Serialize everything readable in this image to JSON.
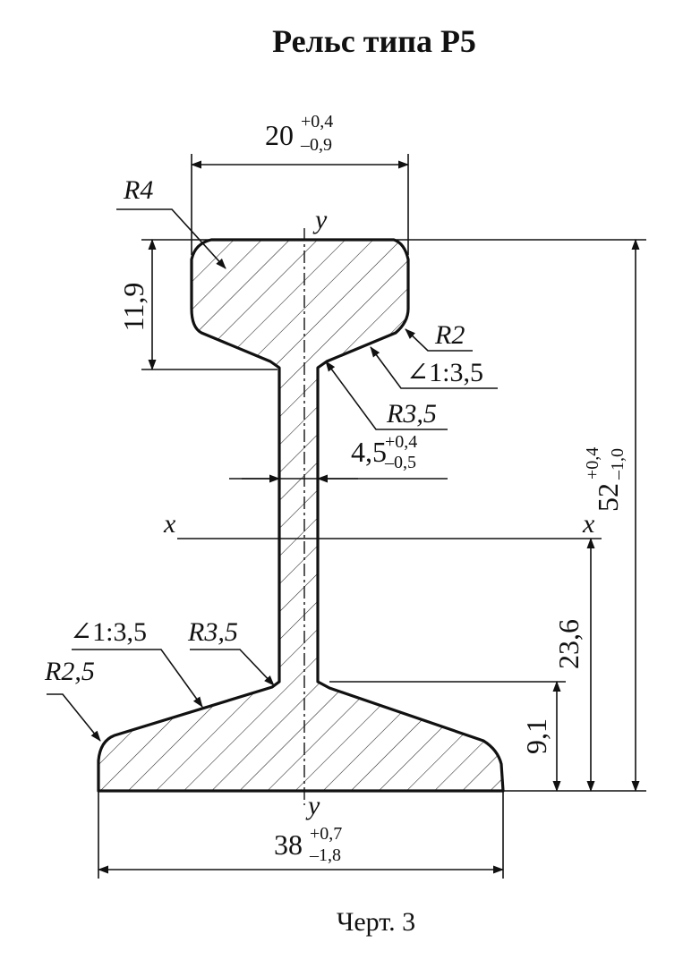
{
  "title": "Рельс типа Р5",
  "caption": "Черт. 3",
  "axes": {
    "y_top": "y",
    "y_bottom": "y",
    "x_left": "x",
    "x_right": "x"
  },
  "dimensions": {
    "head_width": {
      "value": "20",
      "tol_upper": "+0,4",
      "tol_lower": "–0,9"
    },
    "head_height": "11,9",
    "web_thickness": {
      "value": "4,5",
      "tol_upper": "+0,4",
      "tol_lower": "–0,5"
    },
    "total_height": {
      "value": "52",
      "tol_upper": "+0,4",
      "tol_lower": "–1,0"
    },
    "neutral_axis_height": "23,6",
    "foot_height": "9,1",
    "base_width": {
      "value": "38",
      "tol_upper": "+0,7",
      "tol_lower": "–1,8"
    }
  },
  "labels": {
    "head_corner_radius": "R4",
    "head_fillet_radius": "R2",
    "head_slope": "∠1:3,5",
    "web_top_radius": "R3,5",
    "foot_slope": "∠1:3,5",
    "web_bottom_radius": "R3,5",
    "foot_edge_radius": "R2,5"
  }
}
